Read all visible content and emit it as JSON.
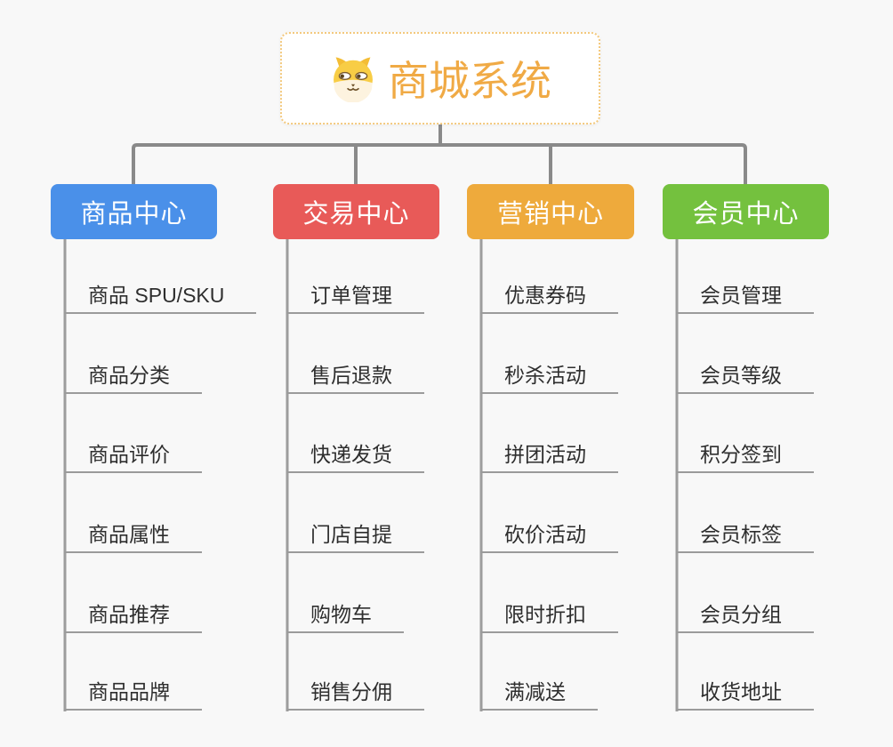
{
  "root": {
    "title": "商城系统",
    "icon": "shiba-dog-icon"
  },
  "branches": [
    {
      "label": "商品中心",
      "color": "#4a90e9",
      "items": [
        "商品 SPU/SKU",
        "商品分类",
        "商品评价",
        "商品属性",
        "商品推荐",
        "商品品牌"
      ]
    },
    {
      "label": "交易中心",
      "color": "#e85a58",
      "items": [
        "订单管理",
        "售后退款",
        "快递发货",
        "门店自提",
        "购物车",
        "销售分佣"
      ]
    },
    {
      "label": "营销中心",
      "color": "#eeaa3c",
      "items": [
        "优惠券码",
        "秒杀活动",
        "拼团活动",
        "砍价活动",
        "限时折扣",
        "满减送"
      ]
    },
    {
      "label": "会员中心",
      "color": "#74c13e",
      "items": [
        "会员管理",
        "会员等级",
        "积分签到",
        "会员标签",
        "会员分组",
        "收货地址"
      ]
    }
  ],
  "colors": {
    "background": "#f8f8f8",
    "connector": "#8a8a8a",
    "underline": "#9b9b9b",
    "root_border": "#f3c97e",
    "root_text": "#f0aa45",
    "leaf_text": "#2e2e2e"
  }
}
